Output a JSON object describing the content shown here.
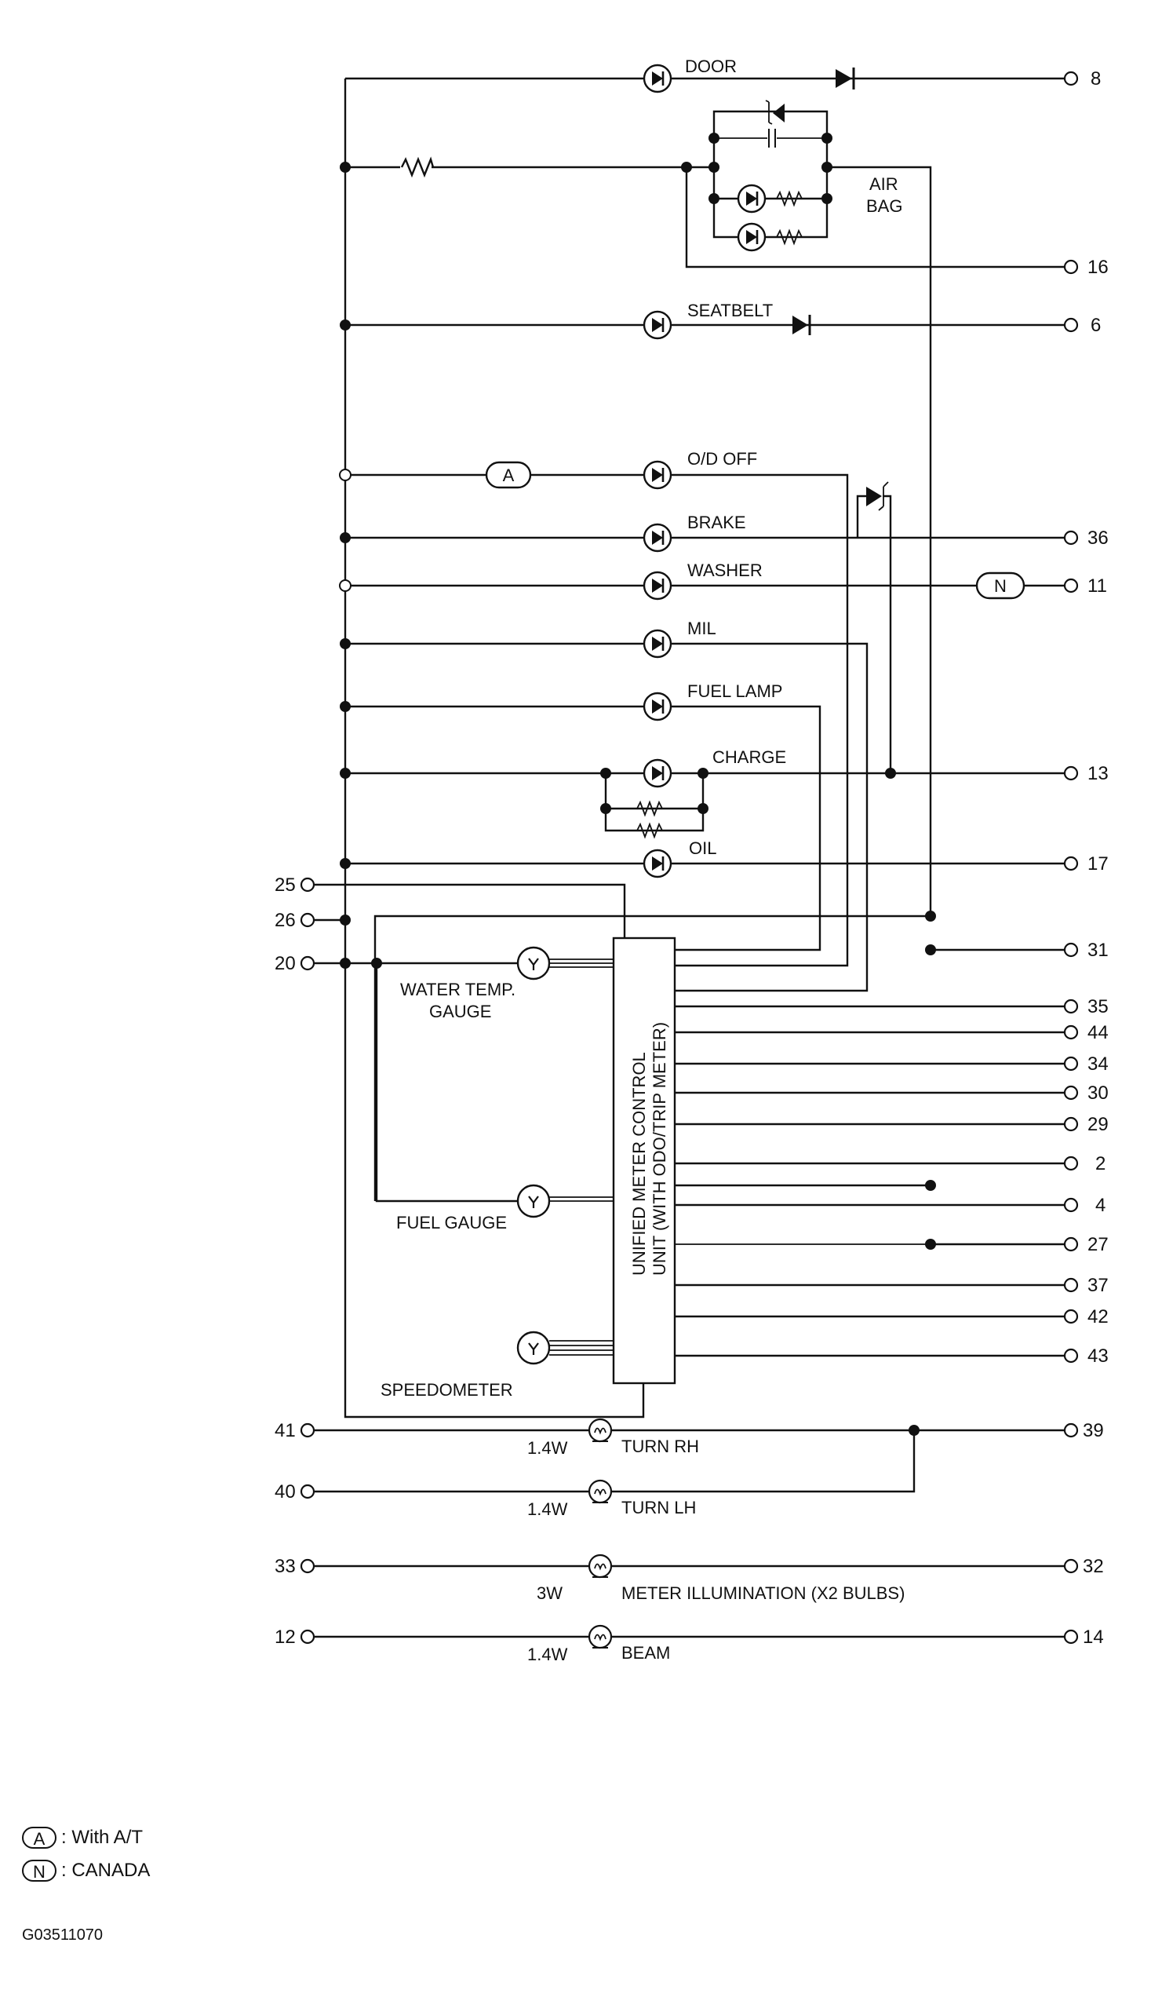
{
  "lamps": {
    "door": "DOOR",
    "air_bag": [
      "AIR",
      "BAG"
    ],
    "seatbelt": "SEATBELT",
    "od_off": "O/D OFF",
    "brake": "BRAKE",
    "washer": "WASHER",
    "mil": "MIL",
    "fuel_lamp": "FUEL LAMP",
    "charge": "CHARGE",
    "oil": "OIL"
  },
  "gauges": {
    "water_temp": [
      "WATER TEMP.",
      "GAUGE"
    ],
    "fuel": "FUEL GAUGE",
    "speedometer": "SPEEDOMETER"
  },
  "control_unit": [
    "UNIFIED METER CONTROL",
    "UNIT (WITH ODO/TRIP METER)"
  ],
  "bulbs": {
    "turn_rh": {
      "label": "TURN RH",
      "watt": "1.4W"
    },
    "turn_lh": {
      "label": "TURN LH",
      "watt": "1.4W"
    },
    "illumination": {
      "label": "METER ILLUMINATION (X2 BULBS)",
      "watt": "3W"
    },
    "beam": {
      "label": "BEAM",
      "watt": "1.4W"
    }
  },
  "option_symbols": {
    "at": "A",
    "canada": "N"
  },
  "right_terminals": [
    "8",
    "16",
    "6",
    "36",
    "11",
    "13",
    "17",
    "31",
    "35",
    "44",
    "34",
    "30",
    "29",
    "2",
    "4",
    "27",
    "37",
    "42",
    "43",
    "39",
    "32",
    "14"
  ],
  "left_terminals": [
    "25",
    "26",
    "20",
    "41",
    "40",
    "33",
    "12"
  ],
  "legend": [
    {
      "symbol": "A",
      "text": ": With A/T"
    },
    {
      "symbol": "N",
      "text": ": CANADA"
    }
  ],
  "figure_code": "G03511070"
}
